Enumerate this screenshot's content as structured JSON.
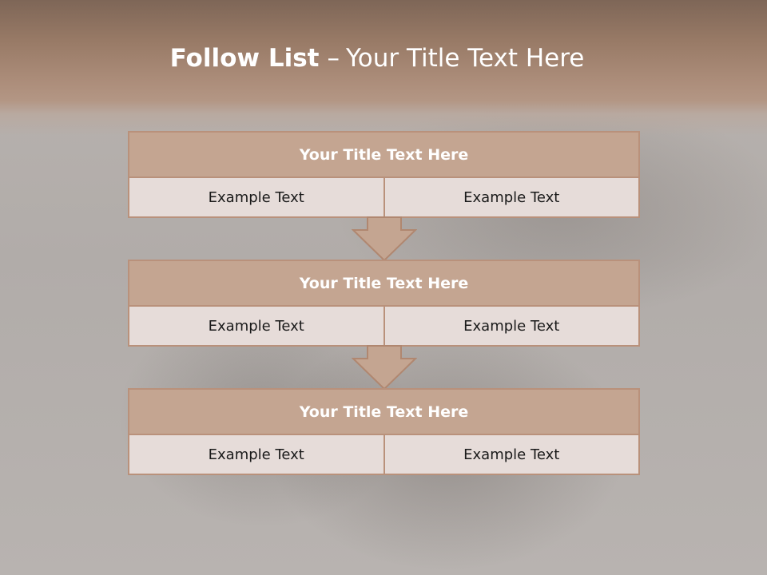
{
  "slide": {
    "title_bold": "Follow List",
    "title_separator": "–",
    "title_rest": "Your Title Text Here"
  },
  "steps": [
    {
      "title": "Your Title Text Here",
      "left": "Example Text",
      "right": "Example Text"
    },
    {
      "title": "Your Title Text Here",
      "left": "Example Text",
      "right": "Example Text"
    },
    {
      "title": "Your Title Text Here",
      "left": "Example Text",
      "right": "Example Text"
    }
  ],
  "colors": {
    "header": "#9a7c68",
    "block_title": "#c4a591",
    "block_cell": "#e6dcd9",
    "border": "#b9917b",
    "arrow": "#c4a591"
  }
}
